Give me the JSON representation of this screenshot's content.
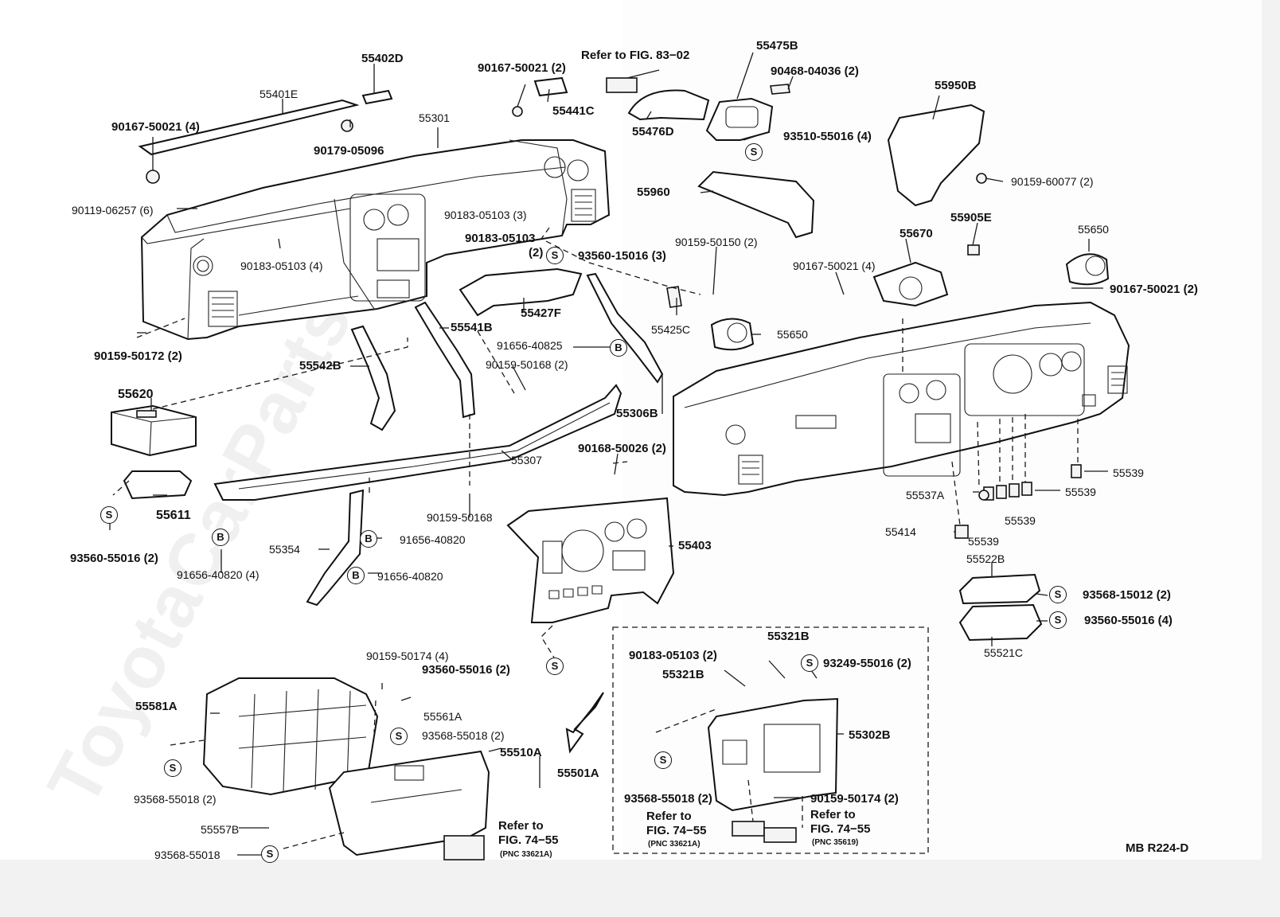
{
  "watermark": "ToyotaCarParts",
  "drawing_code": "MB R224-D",
  "symbols": {
    "S": "S",
    "B": "B"
  },
  "labels": {
    "p55402D": "55402D",
    "p55401E": "55401E",
    "p90167_50021_4": "90167-50021 (4)",
    "p90179_05096": "90179-05096",
    "p55301": "55301",
    "p90119_06257": "90119-06257 (6)",
    "p90183_05103_4": "90183-05103 (4)",
    "p90159_50172": "90159-50172 (2)",
    "p90167_50021_2a": "90167-50021 (2)",
    "p55441C": "55441C",
    "p90183_05103_3": "90183-05103 (3)",
    "p90183_05103_2": "90183-05103",
    "p90183_05103_2b": "(2)",
    "p93560_15016": "93560-15016 (3)",
    "p55427F": "55427F",
    "p55541B": "55541B",
    "p91656_40825": "91656-40825",
    "p90159_50168_2": "90159-50168 (2)",
    "p55542B": "55542B",
    "p55620": "55620",
    "p55611": "55611",
    "p93560_55016_2a": "93560-55016 (2)",
    "p55307": "55307",
    "p90159_50168": "90159-50168",
    "p55354": "55354",
    "p91656_40820_4": "91656-40820 (4)",
    "p91656_40820a": "91656-40820",
    "p91656_40820b": "91656-40820",
    "p55306B": "55306B",
    "p90168_50026": "90168-50026 (2)",
    "p55403": "55403",
    "p93560_55016_2b": "93560-55016 (2)",
    "ref_83_02": "Refer to FIG. 83−02",
    "p55476D": "55476D",
    "p55475B": "55475B",
    "p90468_04036": "90468-04036 (2)",
    "p93510_55016": "93510-55016 (4)",
    "p55960": "55960",
    "p55950B": "55950B",
    "p90159_60077": "90159-60077 (2)",
    "p90159_50150": "90159-50150 (2)",
    "p55425C": "55425C",
    "p55650a": "55650",
    "p55650b": "55650",
    "p55670": "55670",
    "p55905E": "55905E",
    "p90167_50021_4b": "90167-50021 (4)",
    "p90167_50021_2b": "90167-50021 (2)",
    "p55539a": "55539",
    "p55539b": "55539",
    "p55539c": "55539",
    "p55539d": "55539",
    "p55537A": "55537A",
    "p55414": "55414",
    "p55522B": "55522B",
    "p93568_15012": "93568-15012 (2)",
    "p93560_55016_4": "93560-55016 (4)",
    "p55521C": "55521C",
    "p90159_50174_4": "90159-50174 (4)",
    "p55581A": "55581A",
    "p55561A": "55561A",
    "p93568_55018_2a": "93568-55018 (2)",
    "p93568_55018_2b": "93568-55018 (2)",
    "p55510A": "55510A",
    "p55501A": "55501A",
    "p55557B": "55557B",
    "p93568_55018": "93568-55018",
    "ref_74_55_a_1": "Refer to",
    "ref_74_55_a_2": "FIG. 74−55",
    "ref_74_55_a_3": "(PNC 33621A)",
    "p55321B_a": "55321B",
    "p55321B_b": "55321B",
    "p90183_05103_2c": "90183-05103 (2)",
    "p93249_55016": "93249-55016 (2)",
    "p55302B": "55302B",
    "p93568_55018_2c": "93568-55018 (2)",
    "p90159_50174_2": "90159-50174 (2)",
    "ref_74_55_b_1": "Refer to",
    "ref_74_55_b_2": "FIG. 74−55",
    "ref_74_55_b_3": "(PNC 33621A)",
    "ref_74_55_c_1": "Refer to",
    "ref_74_55_c_2": "FIG. 74−55",
    "ref_74_55_c_3": "(PNC 35619)"
  }
}
